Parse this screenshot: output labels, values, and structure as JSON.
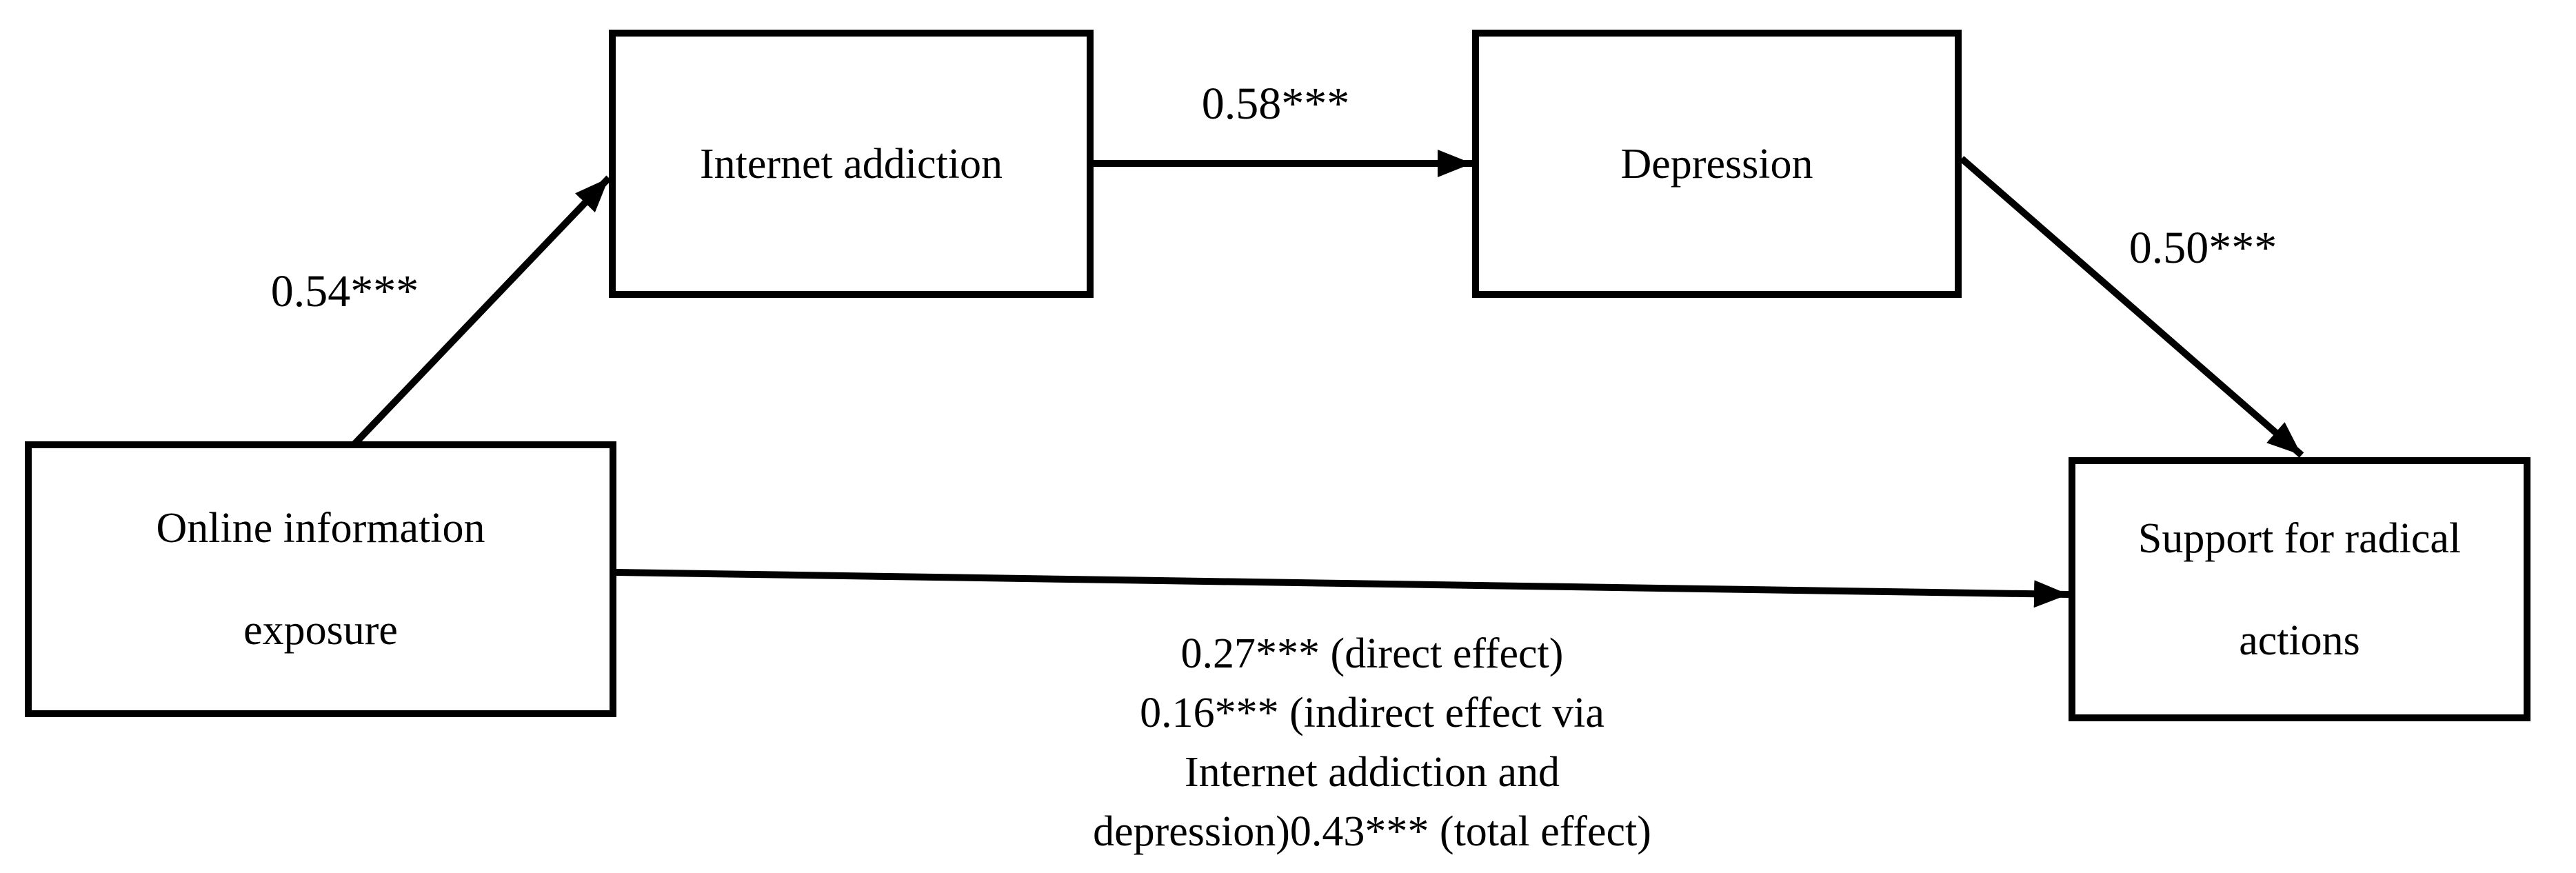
{
  "figure": {
    "background_color": "#ffffff",
    "line_color": "#000000",
    "type": "mediation-path-diagram"
  },
  "nodes": {
    "internet_addiction": {
      "label": "Internet addiction"
    },
    "depression": {
      "label": "Depression"
    },
    "online_information_exposure": {
      "line1": "Online information",
      "line2": "exposure"
    },
    "support_for_radical_actions": {
      "line1": "Support for radical",
      "line2": "actions"
    }
  },
  "paths": {
    "oie_to_ia": {
      "coefficient": "0.54***"
    },
    "ia_to_dep": {
      "coefficient": "0.58***"
    },
    "dep_to_sra": {
      "coefficient": "0.50***"
    },
    "oie_to_sra": {
      "lines": [
        "0.27*** (direct effect)",
        "0.16*** (indirect effect via",
        "Internet addiction and",
        "depression)0.43*** (total effect)"
      ]
    }
  }
}
